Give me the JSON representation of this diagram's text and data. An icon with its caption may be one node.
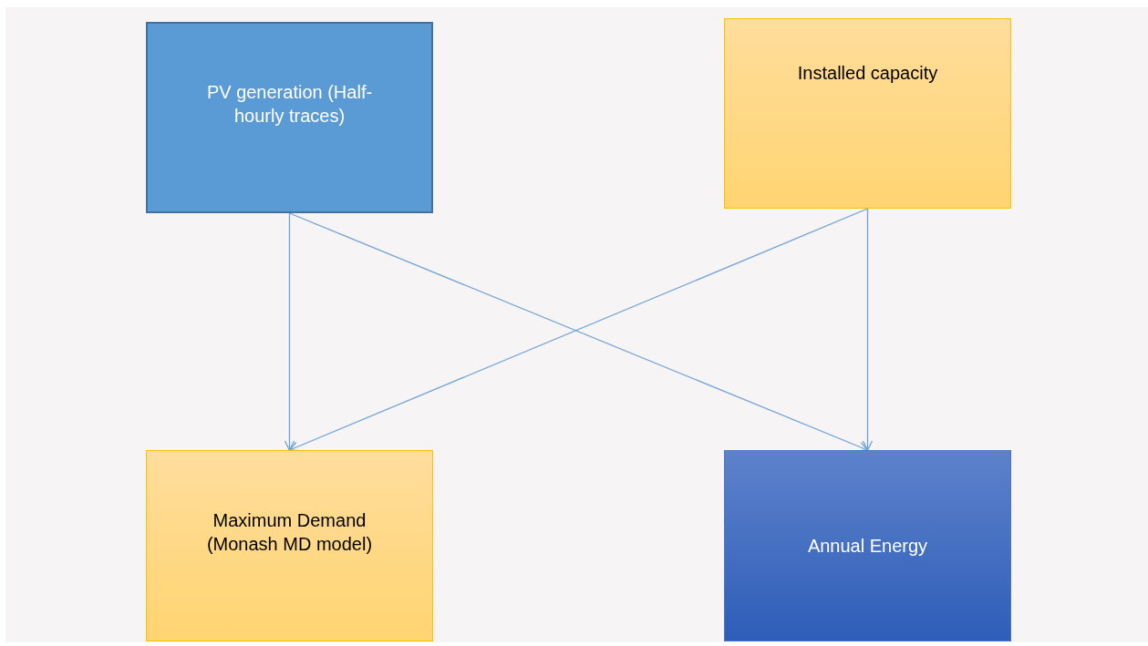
{
  "diagram": {
    "nodes": [
      {
        "text": [
          "PV generation (Half-hourly traces)"
        ]
      },
      {
        "text": [
          "Installed capacity"
        ]
      },
      {
        "text": [
          "Maximum Demand (Monash MD model)"
        ]
      },
      {
        "text": [
          "Annual Energy"
        ]
      }
    ],
    "edges": [
      {
        "from": 0,
        "to": 2,
        "arrow": "to"
      },
      {
        "from": 0,
        "to": 3,
        "arrow": "to"
      },
      {
        "from": 1,
        "to": 2,
        "arrow": "to"
      },
      {
        "from": 1,
        "to": 3,
        "arrow": "to"
      }
    ]
  }
}
